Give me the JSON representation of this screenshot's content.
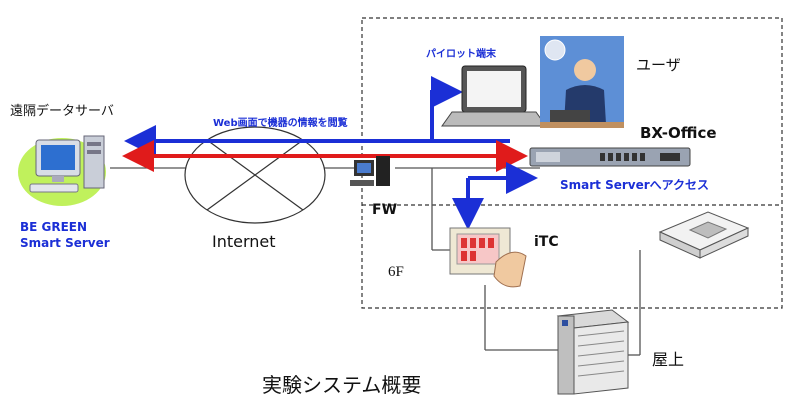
{
  "labels": {
    "remote_server": "遠隔データサーバ",
    "be_green_line1": "BE GREEN",
    "be_green_line2": "Smart Server",
    "internet": "Internet",
    "pilot_terminal": "パイロット端末",
    "user": "ユーザ",
    "web_access": "Web画面で機器の情報を閲覧",
    "bx_office": "BX-Office",
    "smart_server_access": "Smart Serverへアクセス",
    "fw": "FW",
    "itc": "iTC",
    "floor_6f": "6F",
    "rooftop": "屋上",
    "caption": "実験システム概要"
  },
  "colors": {
    "arrow_blue": "#1b2fd6",
    "arrow_red": "#e01b1b",
    "label_blue": "#1b2fd6"
  },
  "icons": [
    "server-computer-icon",
    "cloud-network-icon",
    "laptop-icon",
    "user-photo-icon",
    "network-switch-icon",
    "firewall-pc-icon",
    "touch-panel-icon",
    "ceiling-ac-icon",
    "outdoor-ac-unit-icon"
  ]
}
